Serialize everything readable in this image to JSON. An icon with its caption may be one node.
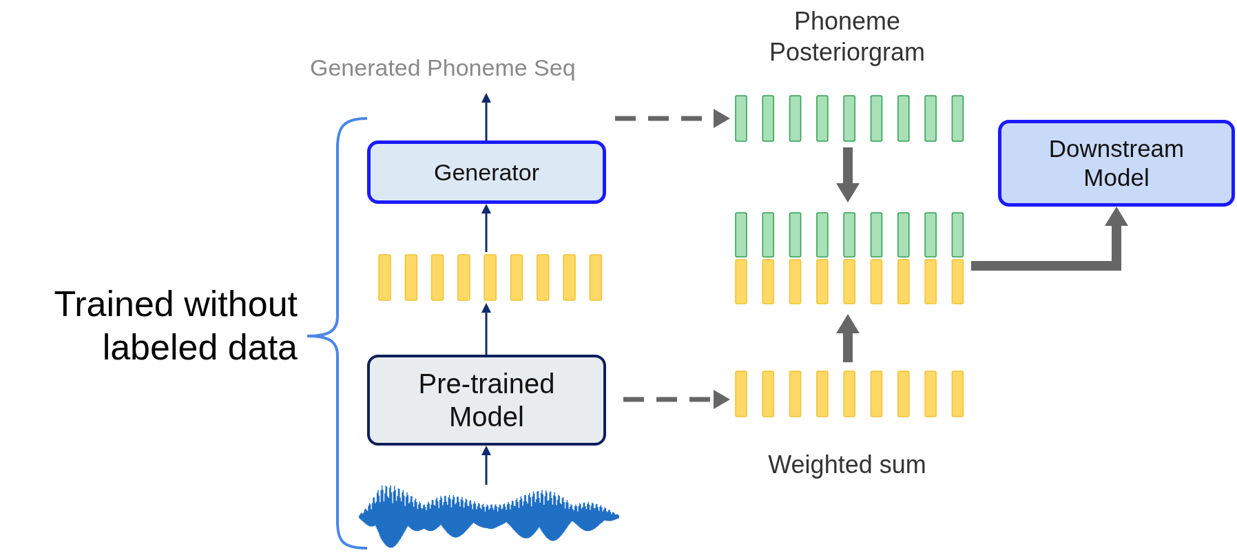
{
  "diagram": {
    "nodes": [
      {
        "text": [
          "Generated Phoneme Seq"
        ]
      },
      {
        "text": [
          "Generator"
        ]
      },
      {
        "text": [],
        "shape": "bar"
      },
      {
        "text": [
          "Pre-trained Model"
        ]
      },
      {
        "text": [],
        "shape": "picture"
      },
      {
        "text": [],
        "shape": "bar",
        "beside": [
          "Phoneme Posteriorgram"
        ]
      },
      {
        "text": [],
        "shape": "bar"
      },
      {
        "text": [],
        "shape": "bar",
        "beside": [
          "Weighted sum"
        ]
      },
      {
        "text": [
          "Downstream Model"
        ]
      }
    ],
    "edges": [
      {
        "from": 4,
        "to": 3,
        "arrow": "to",
        "color": "#0d2a6b"
      },
      {
        "from": 3,
        "to": 2,
        "arrow": "to",
        "color": "#0d2a6b"
      },
      {
        "from": 2,
        "to": 1,
        "arrow": "to",
        "color": "#0d2a6b"
      },
      {
        "from": 1,
        "to": 0,
        "arrow": "to",
        "color": "#0d2a6b"
      },
      {
        "from": 1,
        "to": 5,
        "arrow": "to",
        "style": "dashed"
      },
      {
        "from": 3,
        "to": 7,
        "arrow": "to",
        "style": "dashed"
      },
      {
        "from": 5,
        "to": 6,
        "arrow": "to",
        "style": "thick"
      },
      {
        "from": 7,
        "to": 6,
        "arrow": "to",
        "style": "thick"
      },
      {
        "from": 6,
        "to": 8,
        "arrow": "to",
        "style": "thick"
      }
    ],
    "labels": [
      "Trained without labeled data"
    ]
  }
}
